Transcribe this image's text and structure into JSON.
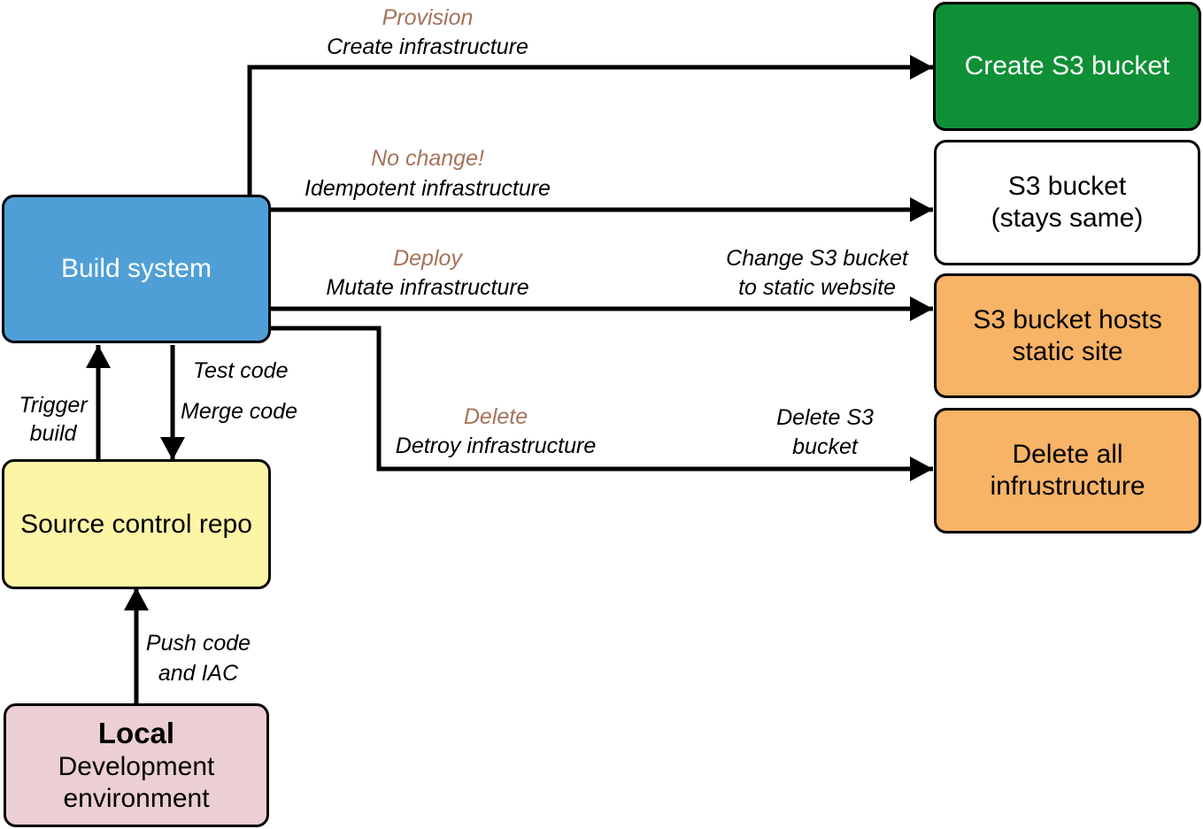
{
  "nodes": {
    "build_system": "Build system",
    "source_control": "Source control repo",
    "local_title": "Local",
    "local_line2": "Development",
    "local_line3": "environment",
    "create_bucket": "Create S3 bucket",
    "bucket_same_line1": "S3 bucket",
    "bucket_same_line2": "(stays same)",
    "static_site_line1": "S3 bucket hosts",
    "static_site_line2": "static site",
    "delete_all_line1": "Delete all",
    "delete_all_line2": "infrustructure"
  },
  "edges": {
    "provision": {
      "action": "Provision",
      "desc": "Create infrastructure"
    },
    "no_change": {
      "action": "No change!",
      "desc": "Idempotent infrastructure"
    },
    "deploy": {
      "action": "Deploy",
      "desc": "Mutate infrastructure",
      "target_line1": "Change S3 bucket",
      "target_line2": "to static website"
    },
    "delete": {
      "action": "Delete",
      "desc": "Detroy infrastructure",
      "target_line1": "Delete S3",
      "target_line2": "bucket"
    },
    "trigger_build": {
      "line1": "Trigger",
      "line2": "build"
    },
    "test_merge": {
      "line1": "Test code",
      "line2": "Merge code"
    },
    "push": {
      "line1": "Push code",
      "line2": "and IAC"
    }
  },
  "colors": {
    "build_system": "#4f9fd6",
    "source_control": "#fdf5a6",
    "local": "#ebcfd2",
    "create_bucket": "#0f8f36",
    "bucket_same": "#ffffff",
    "static_site": "#f7b366",
    "delete_all": "#f7b366",
    "action_label": "#a5735b"
  }
}
